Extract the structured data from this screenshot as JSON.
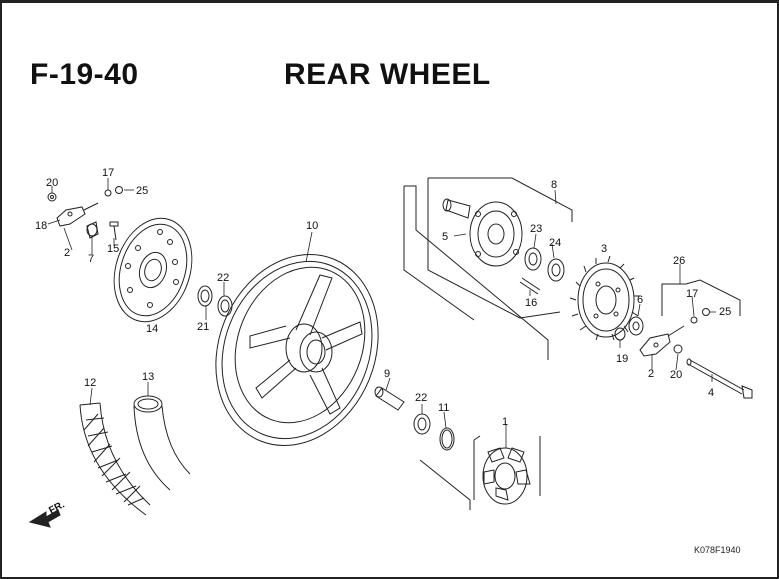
{
  "header": {
    "code": "F-19-40",
    "title": "REAR WHEEL"
  },
  "footer": {
    "reference": "K078F1940"
  },
  "direction": {
    "label": "FR."
  },
  "callouts": [
    "20",
    "18",
    "17",
    "25",
    "2",
    "7",
    "15",
    "14",
    "22",
    "21",
    "10",
    "12",
    "13",
    "9",
    "22",
    "11",
    "1",
    "8",
    "5",
    "23",
    "24",
    "16",
    "3",
    "26",
    "6",
    "17",
    "25",
    "19",
    "2",
    "20",
    "4"
  ]
}
